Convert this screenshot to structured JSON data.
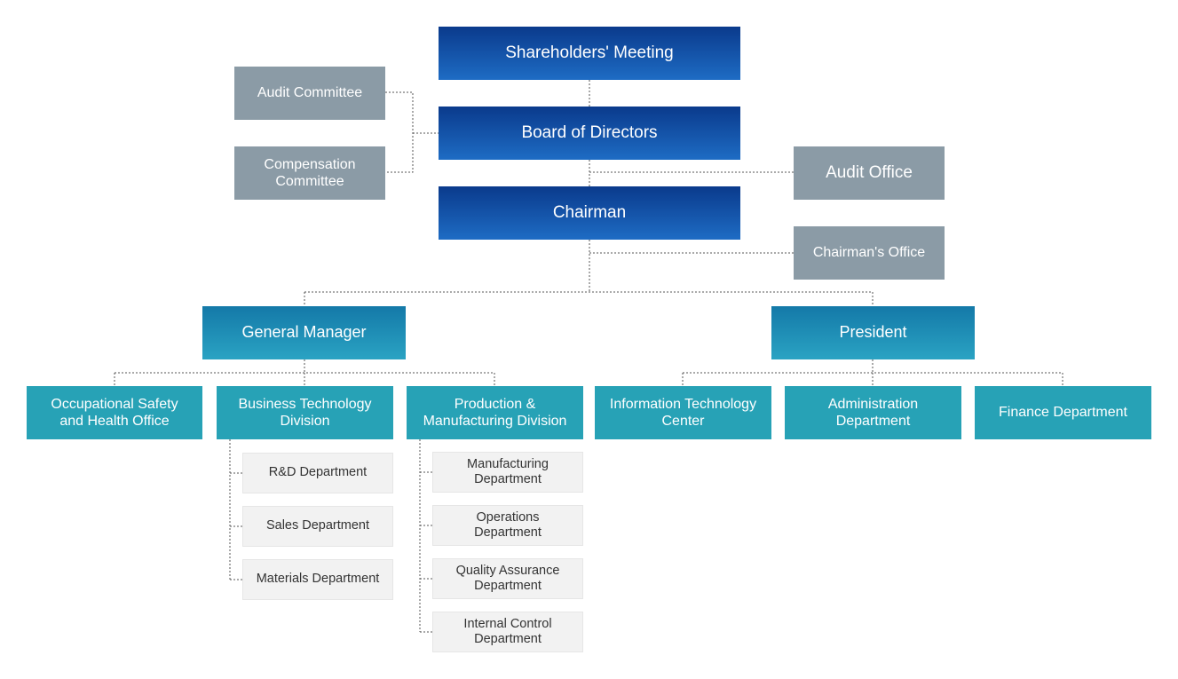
{
  "top": {
    "shareholders": "Shareholders' Meeting",
    "board": "Board of Directors",
    "chairman": "Chairman"
  },
  "committees": {
    "audit": "Audit Committee",
    "compensation": "Compensation Committee"
  },
  "offices": {
    "audit_office": "Audit Office",
    "chairmans_office": "Chairman's Office"
  },
  "executives": {
    "general_manager": "General Manager",
    "president": "President"
  },
  "gm_units": {
    "safety": "Occupational Safety and Health Office",
    "business_tech": "Business Technology Division",
    "production": "Production & Manufacturing Division"
  },
  "president_units": {
    "it_center": "Information Technology Center",
    "administration": "Administration Department",
    "finance": "Finance Department"
  },
  "business_tech_departments": [
    "R&D Department",
    "Sales Department",
    "Materials Department"
  ],
  "production_departments": [
    "Manufacturing Department",
    "Operations Department",
    "Quality Assurance Department",
    "Internal Control Department"
  ]
}
